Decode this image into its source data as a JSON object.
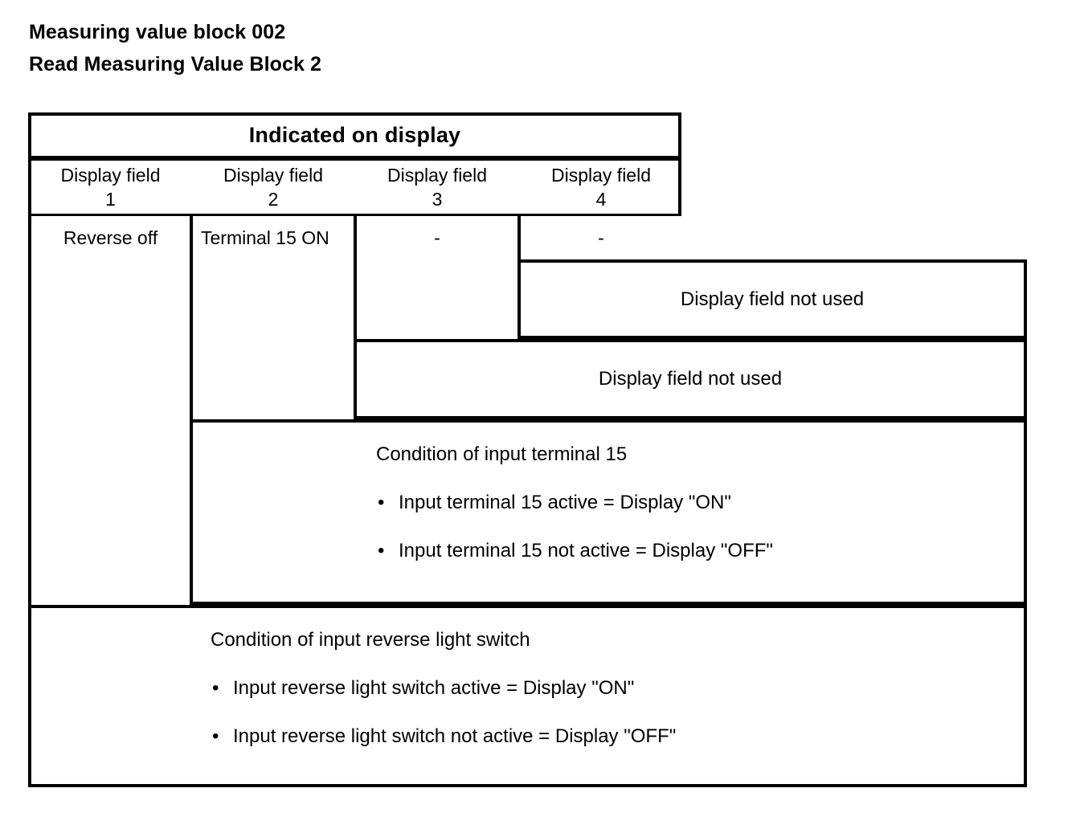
{
  "heading": {
    "line1": "Measuring value block 002",
    "line2": "Read Measuring Value Block 2"
  },
  "table": {
    "title": "Indicated on display",
    "columns": [
      {
        "label": "Display field",
        "number": "1",
        "value": "Reverse off"
      },
      {
        "label": "Display field",
        "number": "2",
        "value": "Terminal 15 ON"
      },
      {
        "label": "Display field",
        "number": "3",
        "value": "-"
      },
      {
        "label": "Display field",
        "number": "4",
        "value": "-"
      }
    ]
  },
  "explanations": {
    "field4": {
      "text": "Display field not used"
    },
    "field3": {
      "text": "Display field not used"
    },
    "field2": {
      "title": "Condition of input terminal 15",
      "bullet_glyph": "•",
      "bullets": [
        "Input terminal 15 active = Display \"ON\"",
        "Input terminal 15 not active = Display \"OFF\""
      ]
    },
    "field1": {
      "title": "Condition of input reverse light switch",
      "bullet_glyph": "•",
      "bullets": [
        "Input reverse light switch active = Display \"ON\"",
        "Input reverse light switch not active = Display \"OFF\""
      ]
    }
  },
  "colors": {
    "ink": "#000000",
    "paper": "#ffffff"
  }
}
